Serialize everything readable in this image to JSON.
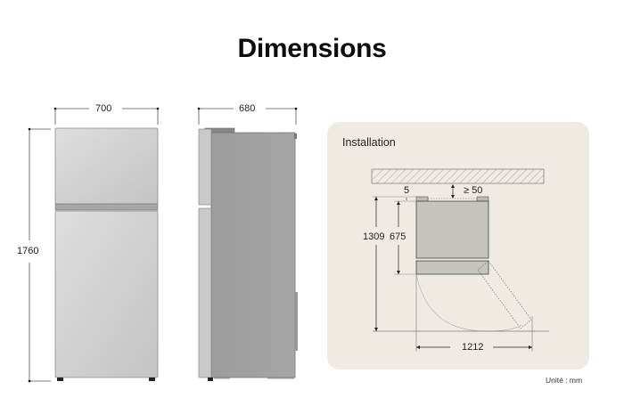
{
  "page": {
    "title": "Dimensions",
    "unit_label": "Unité : mm"
  },
  "front_view": {
    "width_label": "700",
    "height_label": "1760"
  },
  "side_view": {
    "depth_label": "680"
  },
  "installation": {
    "title": "Installation",
    "side_clearance_label": "5",
    "top_clearance_label": "≥ 50",
    "total_height_label": "1309",
    "upper_height_label": "675",
    "door_open_depth_label": "1212"
  },
  "colors": {
    "panel_background": "#efebe2",
    "fridge_front": "#d4d4d4",
    "fridge_side": "#a0a0a0",
    "dimension_line": "#333333"
  }
}
